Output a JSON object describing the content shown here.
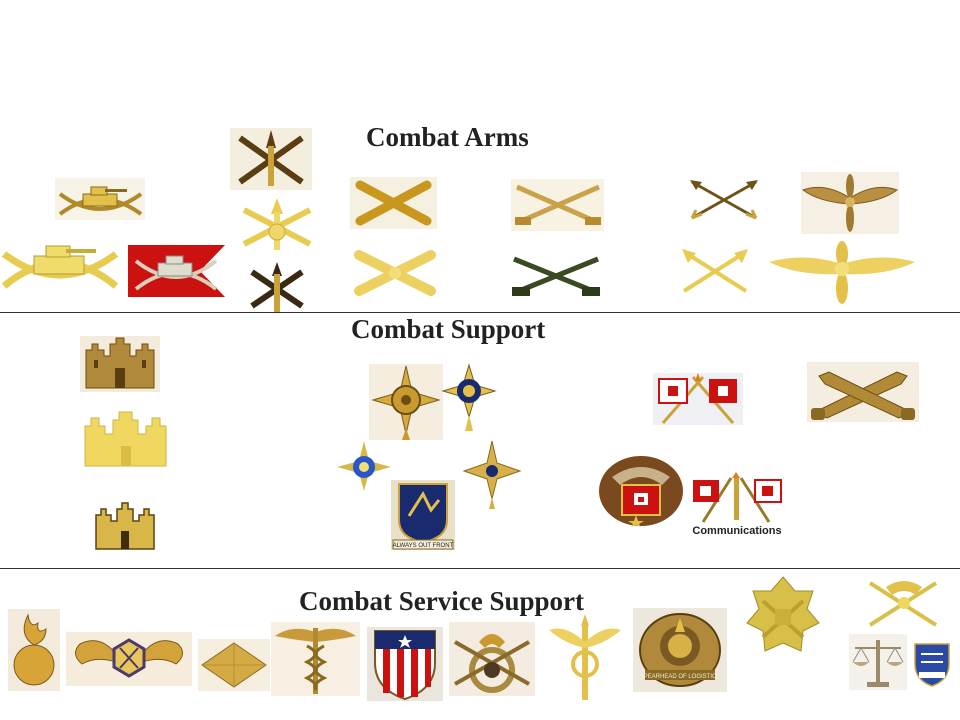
{
  "sections": [
    {
      "key": "combat_arms",
      "title": "Combat Arms"
    },
    {
      "key": "combat_support",
      "title": "Combat Support"
    },
    {
      "key": "combat_service_support",
      "title": "Combat Service Support"
    }
  ],
  "insignia_labels": {
    "signal_caption": "Communications",
    "mi_unit_motto": "ALWAYS OUT FRONT",
    "logistics_motto": "SPEARHEAD OF LOGISTICS"
  },
  "colors": {
    "gold": "#e3c04a",
    "pale_gold": "#f0dc6a",
    "dark_brown": "#6b4d12",
    "red": "#cc1111",
    "navy": "#1a2a6e",
    "divider": "#333333",
    "heading": "#222222"
  },
  "icons": [
    "armor-insignia-icon",
    "cavalry-guidon-insignia-icon",
    "air-defense-artillery-insignia-icon",
    "field-artillery-insignia-icon",
    "infantry-insignia-icon",
    "special-forces-insignia-icon",
    "aviation-insignia-icon",
    "engineer-castle-insignia-icon",
    "military-intelligence-insignia-icon",
    "signal-flags-insignia-icon",
    "military-police-insignia-icon",
    "ordnance-insignia-icon",
    "chemical-insignia-icon",
    "finance-insignia-icon",
    "medical-caduceus-insignia-icon",
    "adjutant-general-shield-insignia-icon",
    "quartermaster-insignia-icon",
    "transportation-insignia-icon",
    "logistics-crest-insignia-icon",
    "civil-affairs-insignia-icon",
    "judge-advocate-insignia-icon"
  ]
}
